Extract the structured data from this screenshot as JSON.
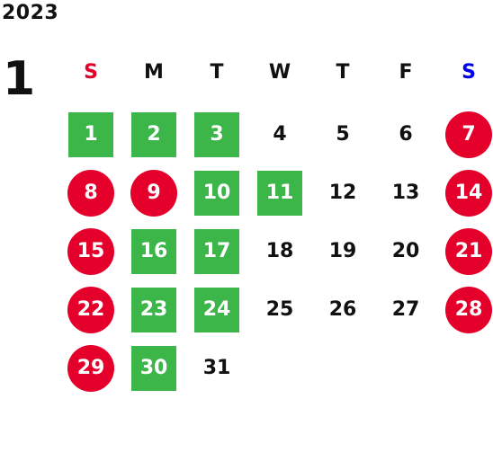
{
  "year": "2023",
  "month": "1",
  "colors": {
    "green": "#3cb549",
    "red": "#e4002b",
    "sunday_header": "#e4002b",
    "saturday_header": "#0000ee"
  },
  "weekdays": [
    "S",
    "M",
    "T",
    "W",
    "T",
    "F",
    "S"
  ],
  "weeks": [
    [
      {
        "day": "1",
        "style": "green"
      },
      {
        "day": "2",
        "style": "green"
      },
      {
        "day": "3",
        "style": "green"
      },
      {
        "day": "4",
        "style": "none"
      },
      {
        "day": "5",
        "style": "none"
      },
      {
        "day": "6",
        "style": "none"
      },
      {
        "day": "7",
        "style": "red"
      }
    ],
    [
      {
        "day": "8",
        "style": "red"
      },
      {
        "day": "9",
        "style": "red"
      },
      {
        "day": "10",
        "style": "green"
      },
      {
        "day": "11",
        "style": "green"
      },
      {
        "day": "12",
        "style": "none"
      },
      {
        "day": "13",
        "style": "none"
      },
      {
        "day": "14",
        "style": "red"
      }
    ],
    [
      {
        "day": "15",
        "style": "red"
      },
      {
        "day": "16",
        "style": "green"
      },
      {
        "day": "17",
        "style": "green"
      },
      {
        "day": "18",
        "style": "none"
      },
      {
        "day": "19",
        "style": "none"
      },
      {
        "day": "20",
        "style": "none"
      },
      {
        "day": "21",
        "style": "red"
      }
    ],
    [
      {
        "day": "22",
        "style": "red"
      },
      {
        "day": "23",
        "style": "green"
      },
      {
        "day": "24",
        "style": "green"
      },
      {
        "day": "25",
        "style": "none"
      },
      {
        "day": "26",
        "style": "none"
      },
      {
        "day": "27",
        "style": "none"
      },
      {
        "day": "28",
        "style": "red"
      }
    ],
    [
      {
        "day": "29",
        "style": "red"
      },
      {
        "day": "30",
        "style": "green"
      },
      {
        "day": "31",
        "style": "none"
      }
    ]
  ]
}
